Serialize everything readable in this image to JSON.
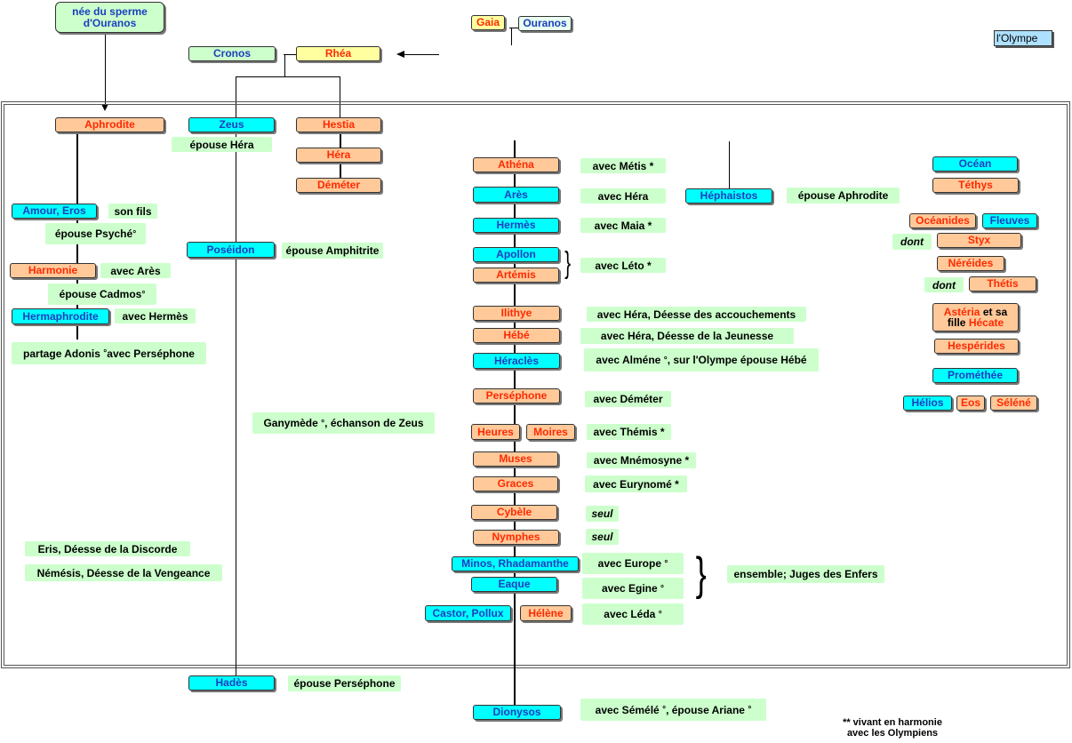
{
  "origin": "née du sperme d'Ouranos",
  "legend": "l'Olympe",
  "footnote": {
    "line1": "** vivant en harmonie",
    "line2": "avec les Olympiens"
  },
  "gods": {
    "gaia": "Gaia",
    "ouranos": "Ouranos",
    "cronos": "Cronos",
    "rhea": "Rhéa",
    "aphrodite": "Aphrodite",
    "zeus": "Zeus",
    "hestia": "Hestia",
    "hera": "Héra",
    "demeter": "Déméter",
    "amour": "Amour, Eros",
    "harmonie": "Harmonie",
    "hermaphrodite": "Hermaphrodite",
    "poseidon": "Poséidon",
    "hades": "Hadès",
    "athena": "Athéna",
    "ares": "Arès",
    "hermes": "Hermès",
    "apollon": "Apollon",
    "artemis": "Artémis",
    "ilithye": "Ilithye",
    "hebe": "Hébé",
    "heracles": "Héraclès",
    "persephone": "Perséphone",
    "heures": "Heures",
    "moires": "Moires",
    "muses": "Muses",
    "graces": "Graces",
    "cybele": "Cybèle",
    "nymphes": "Nymphes",
    "minos": "Minos, Rhadamanthe",
    "eaque": "Eaque",
    "castor": "Castor, Pollux",
    "helene": "Hélène",
    "dionysos": "Dionysos",
    "hephaistos": "Héphaistos",
    "ocean": "Océan",
    "tethys": "Téthys",
    "oceanides": "Océanides",
    "fleuves": "Fleuves",
    "styx": "Styx",
    "nereides": "Néréides",
    "thetis": "Thétis",
    "asteria_a": "Astéria",
    "asteria_b": "et sa",
    "asteria_c": "fille",
    "asteria_d": "Hécate",
    "hesperides": "Hespérides",
    "promethee": "Prométhée",
    "helios": "Hélios",
    "eos": "Eos",
    "selene": "Séléné"
  },
  "notes": {
    "zeus": "épouse Héra",
    "amour": "son fils",
    "psyche": "épouse Psyché",
    "psyche_deg": "°",
    "harmonie": "avec Arès",
    "cadmos": "épouse Cadmos",
    "cadmos_deg": "°",
    "hermaphrodite": "avec Hermès",
    "adonis_a": "partage Adonis",
    "adonis_deg": "°",
    "adonis_b": "avec Perséphone",
    "poseidon": "épouse Amphitrite",
    "ganymede_a": "Ganymède",
    "ganymede_deg": "°",
    "ganymede_b": ", échanson de Zeus",
    "eris": "Eris, Déesse de la Discorde",
    "nemesis": "Némésis, Déesse de la Vengeance",
    "hades": "épouse Perséphone",
    "athena": "avec Métis *",
    "ares": "avec Héra",
    "hermes": "avec Maia *",
    "leto": "avec Léto *",
    "ilithye": "avec Héra, Déesse des accouchements",
    "hebe": "avec Héra, Déesse de la Jeunesse",
    "heracles_a": "avec Alméne",
    "heracles_deg": "°",
    "heracles_b": ", sur l'Olympe épouse Hébé",
    "persephone": "avec Déméter",
    "themis": "avec Thémis *",
    "muses": "avec Mnémosyne *",
    "graces": "avec Eurynomé *",
    "cybele": "seul",
    "nymphes": "seul",
    "europe": "avec Europe",
    "europe_deg": "°",
    "egine": "avec Egine",
    "egine_deg": "°",
    "juges": "ensemble; Juges des Enfers",
    "leda": "avec Léda",
    "leda_deg": "°",
    "dionysos_a": "avec Sémélé",
    "dionysos_deg1": "°",
    "dionysos_b": ", épouse Ariane",
    "dionysos_deg2": "°",
    "hephaistos": "épouse Aphrodite",
    "dont1": "dont",
    "dont2": "dont"
  },
  "colors": {
    "male": "#00ffff",
    "female": "#ffc99a",
    "parent_female": "#ffffa0",
    "note": "#ccffcc"
  }
}
